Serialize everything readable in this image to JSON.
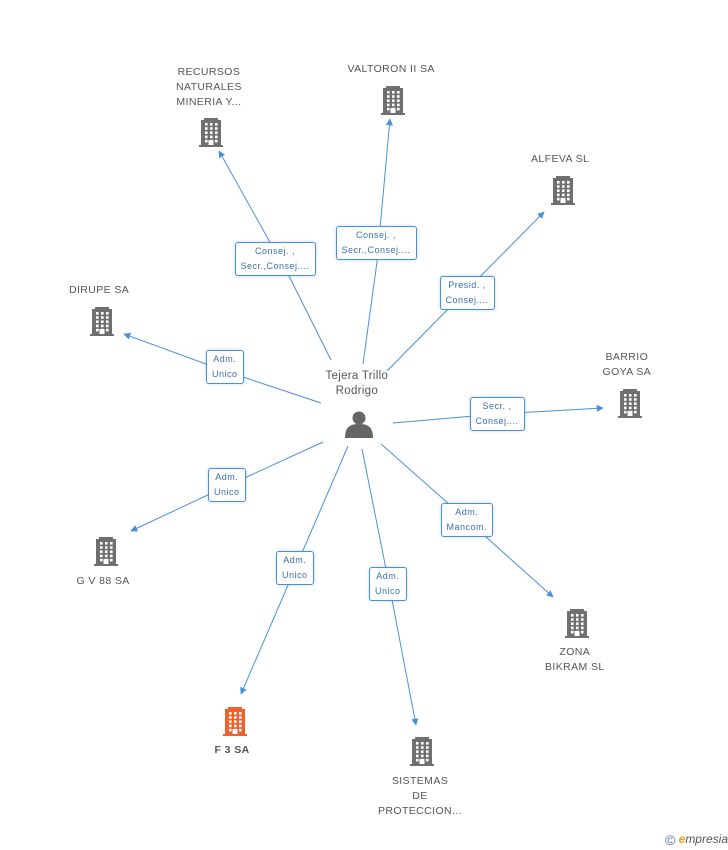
{
  "center": {
    "name_lines": [
      "Tejera Trillo",
      "Rodrigo"
    ],
    "icon": "person-icon"
  },
  "companies": [
    {
      "id": "recursos",
      "lines": [
        "RECURSOS",
        "NATURALES",
        "MINERIA Y..."
      ],
      "highlight": false
    },
    {
      "id": "valtoron",
      "lines": [
        "VALTORON II SA"
      ],
      "highlight": false
    },
    {
      "id": "alfeva",
      "lines": [
        "ALFEVA SL"
      ],
      "highlight": false
    },
    {
      "id": "dirupe",
      "lines": [
        "DIRUPE SA"
      ],
      "highlight": false
    },
    {
      "id": "barrio",
      "lines": [
        "BARRIO",
        "GOYA SA"
      ],
      "highlight": false
    },
    {
      "id": "gv88",
      "lines": [
        "G V 88 SA"
      ],
      "highlight": false
    },
    {
      "id": "zona",
      "lines": [
        "ZONA",
        "BIKRAM SL"
      ],
      "highlight": false
    },
    {
      "id": "f3",
      "lines": [
        "F 3 SA"
      ],
      "highlight": true
    },
    {
      "id": "sistemas",
      "lines": [
        "SISTEMAS",
        "DE",
        "PROTECCION..."
      ],
      "highlight": false
    }
  ],
  "edges": [
    {
      "to": "recursos",
      "lines": [
        "Consej. ,",
        "Secr.,Consej...."
      ]
    },
    {
      "to": "valtoron",
      "lines": [
        "Consej. ,",
        "Secr.,Consej...."
      ]
    },
    {
      "to": "alfeva",
      "lines": [
        "Presid. ,",
        "Consej...."
      ]
    },
    {
      "to": "dirupe",
      "lines": [
        "Adm.",
        "Unico"
      ]
    },
    {
      "to": "barrio",
      "lines": [
        "Secr. ,",
        "Consej...."
      ]
    },
    {
      "to": "gv88",
      "lines": [
        "Adm.",
        "Unico"
      ]
    },
    {
      "to": "zona",
      "lines": [
        "Adm.",
        "Mancom."
      ]
    },
    {
      "to": "f3",
      "lines": [
        "Adm.",
        "Unico"
      ]
    },
    {
      "to": "sistemas",
      "lines": [
        "Adm.",
        "Unico"
      ]
    }
  ],
  "colors": {
    "edge": "#4a90d9",
    "building": "#6f6f6f",
    "building_highlight": "#f0602a",
    "person": "#666666"
  },
  "footer": {
    "copyright_symbol": "©",
    "brand_initial": "e",
    "brand_rest": "mpresia"
  }
}
